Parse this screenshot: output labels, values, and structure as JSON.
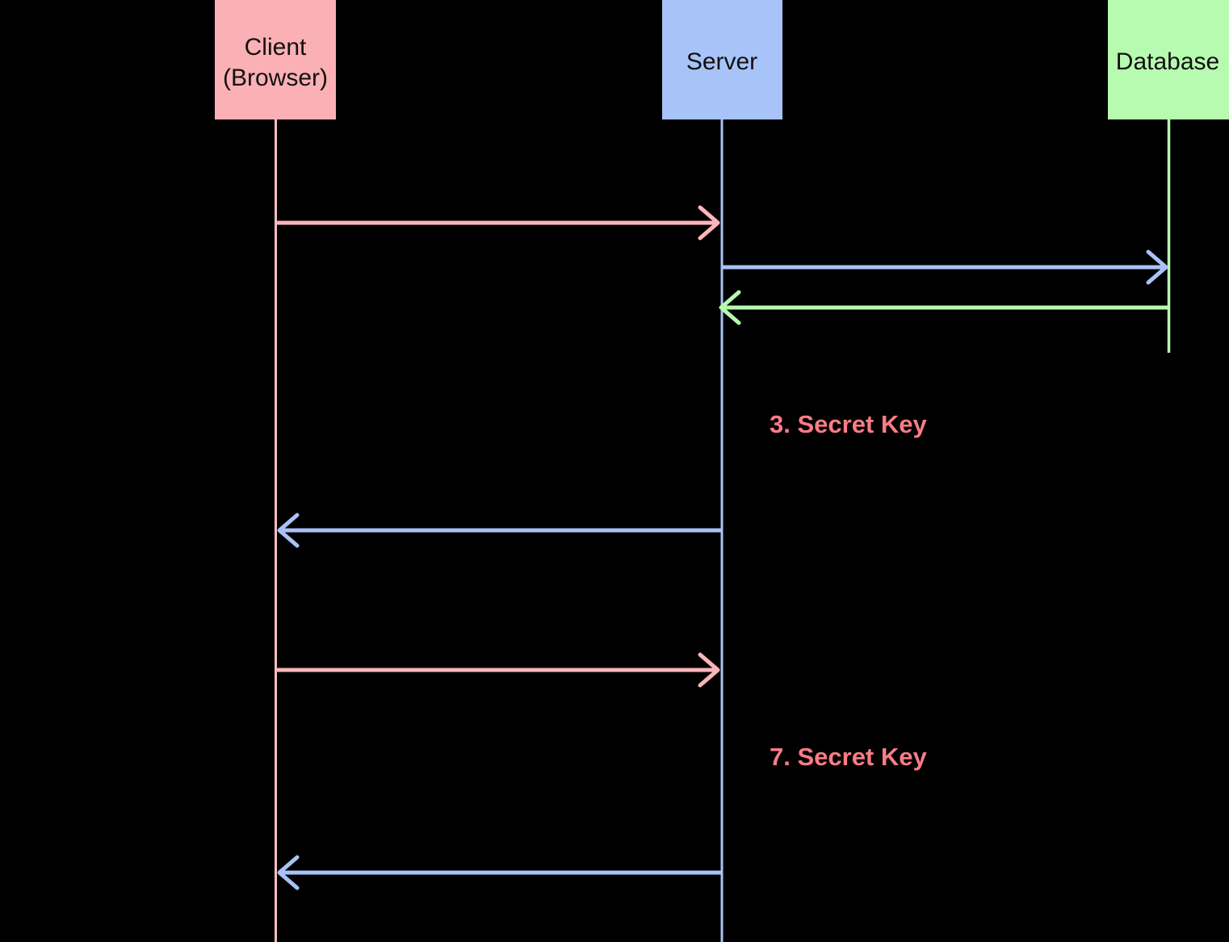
{
  "diagram": {
    "type": "sequence",
    "background_color": "#000000",
    "actor_text_color": "#111111",
    "actors": [
      {
        "id": "client",
        "label_line1": "Client",
        "label_line2": "(Browser)",
        "box_color": "#FBB0B5",
        "lifeline_color": "#F9BEC2"
      },
      {
        "id": "server",
        "label_line1": "Server",
        "label_line2": "",
        "box_color": "#A8C3F8",
        "lifeline_color": "#A9C2F7"
      },
      {
        "id": "database",
        "label_line1": "Database",
        "label_line2": "",
        "box_color": "#B7FBB0",
        "lifeline_color": "#B5FAAE"
      }
    ],
    "messages": [
      {
        "from": "client",
        "to": "server",
        "direction": "right",
        "color": "#F9B6BA"
      },
      {
        "from": "server",
        "to": "database",
        "direction": "right",
        "color": "#A9C2F7"
      },
      {
        "from": "database",
        "to": "server",
        "direction": "left",
        "color": "#B5FAAE"
      },
      {
        "from": "server",
        "to": "client",
        "direction": "left",
        "color": "#A9C2F7"
      },
      {
        "from": "client",
        "to": "server",
        "direction": "right",
        "color": "#F9B6BA"
      },
      {
        "from": "server",
        "to": "client",
        "direction": "left",
        "color": "#A9C2F7"
      }
    ],
    "annotations": [
      {
        "text": "3. Secret Key",
        "color": "#F97C86"
      },
      {
        "text": "7. Secret Key",
        "color": "#F97C86"
      }
    ]
  }
}
